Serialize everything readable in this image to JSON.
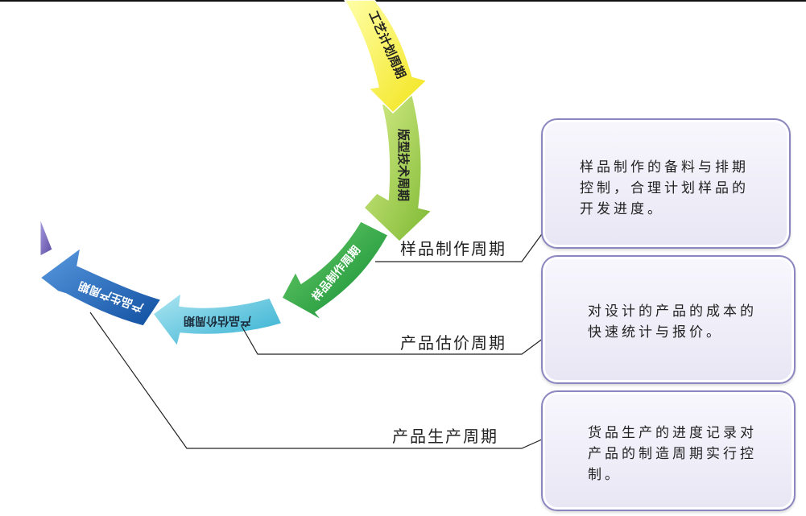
{
  "arrows": [
    {
      "text": "工艺计划周期",
      "color": "#f7ee2a"
    },
    {
      "text": "版型技术周期",
      "color": "#9ccc3c"
    },
    {
      "text": "样品制作周期",
      "color": "#1a9a3e"
    },
    {
      "text": "产品估价周期",
      "color": "#4fc0d8"
    },
    {
      "text": "产品生产周期",
      "color": "#1d66b8"
    },
    {
      "text": "",
      "color": "#7e6cb8"
    }
  ],
  "labels": {
    "sample": "样品制作周期",
    "estimate": "产品估价周期",
    "production": "产品生产周期"
  },
  "cards": {
    "sample": "样品制作的备料与排期控制，合理计划样品的开发进度。",
    "estimate": "对设计的产品的成本的快速统计与报价。",
    "production": "货品生产的进度记录对产品的制造周期实行控制。"
  }
}
